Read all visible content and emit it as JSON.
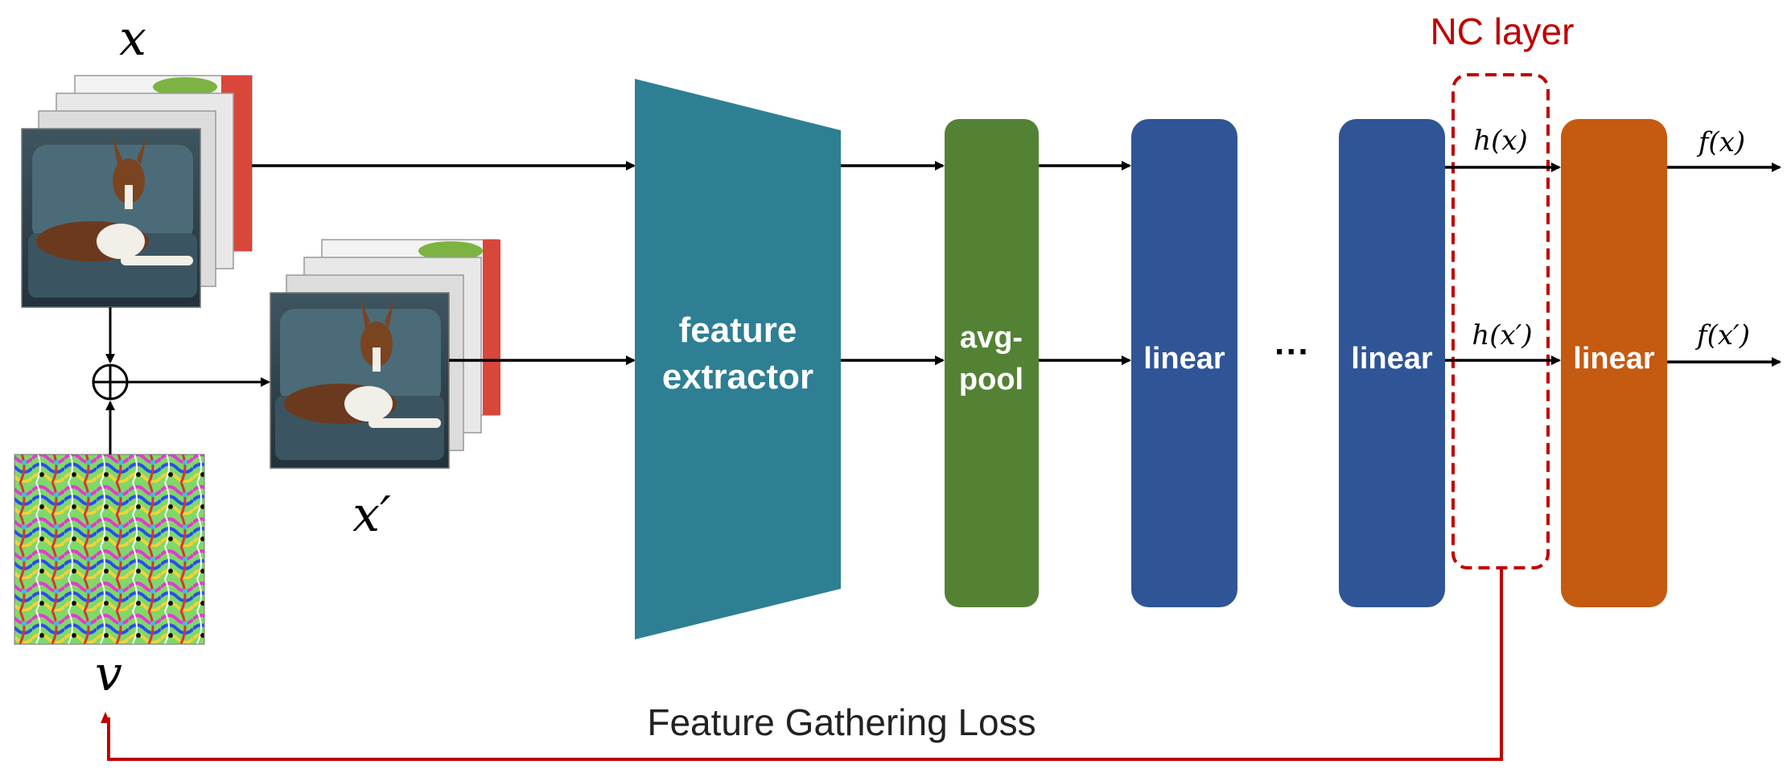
{
  "labels": {
    "x": "𝑥",
    "x_prime": "𝑥′",
    "v": "𝑣",
    "feature_extractor_line1": "feature",
    "feature_extractor_line2": "extractor",
    "avgpool_line1": "avg-",
    "avgpool_line2": "pool",
    "linear1": "linear",
    "ellipsis": "···",
    "linear2": "linear",
    "linear3": "linear",
    "h_x": "ℎ(𝑥)",
    "h_x_prime": "ℎ(𝑥′)",
    "f_x": "𝑓(𝑥)",
    "f_x_prime": "𝑓(𝑥′)",
    "nc_layer": "NC layer",
    "loss": "Feature Gathering Loss",
    "oplus": "⊕"
  },
  "colors": {
    "feature_extractor": "#2e7f93",
    "avgpool": "#548235",
    "linear_blue": "#2f5597",
    "linear_orange": "#c55a11",
    "red": "#c00000",
    "arrow": "#000000"
  }
}
